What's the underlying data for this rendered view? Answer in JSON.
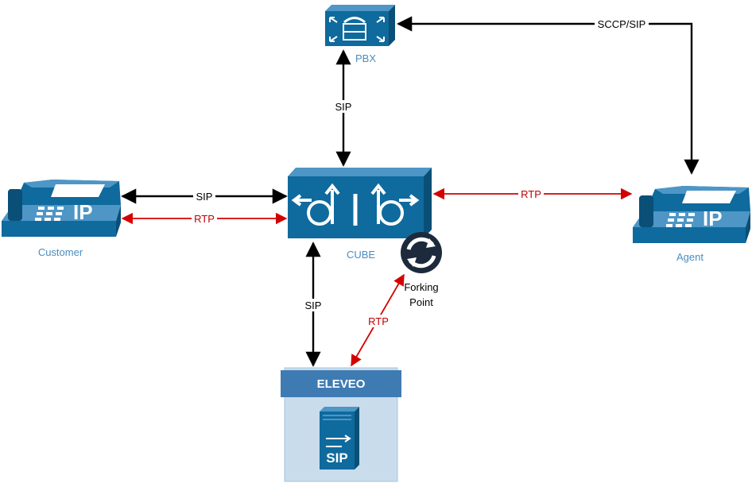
{
  "nodes": {
    "pbx": "PBX",
    "cube": "CUBE",
    "customer": "Customer",
    "agent": "Agent",
    "forking_point_line1": "Forking",
    "forking_point_line2": "Point",
    "eleveo": "ELEVEO",
    "phone_badge": "IP",
    "server_badge": "SIP"
  },
  "links": {
    "pbx_agent": "SCCP/SIP",
    "pbx_cube": "SIP",
    "customer_cube_sig": "SIP",
    "customer_cube_media": "RTP",
    "cube_agent_media": "RTP",
    "cube_eleveo_sig": "SIP",
    "fork_eleveo_media": "RTP"
  },
  "colors": {
    "device_blue": "#0f6a9d",
    "device_dark": "#0a4f76",
    "label_blue": "#4a8cbf",
    "signaling": "#000000",
    "media": "#d40000",
    "eleveo_box": "#c8dcec",
    "eleveo_header": "#3f7bb3"
  }
}
